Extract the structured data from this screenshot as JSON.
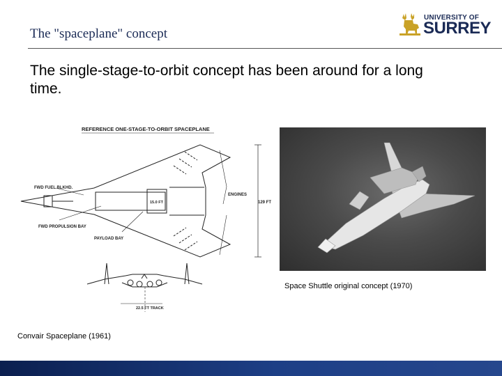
{
  "slide": {
    "title": "The \"spaceplane\" concept",
    "body": "The single-stage-to-orbit concept has been around for a long time."
  },
  "logo": {
    "line1": "UNIVERSITY OF",
    "line2": "SURREY",
    "icon": "stag-crest-icon",
    "color": "#1a2a55"
  },
  "diagram": {
    "heading": "REFERENCE ONE-STAGE-TO-ORBIT SPACEPLANE",
    "labels": {
      "fwd_fuel": "FWD FUEL BLKHD.",
      "engines": "ENGINES",
      "span": "129 FT",
      "width": "15.0 FT",
      "propulsion": "FWD PROPULSION BAY",
      "payload": "PAYLOAD BAY",
      "track": "22.5 FT TRACK"
    },
    "caption": "Convair Spaceplane (1961)"
  },
  "photo": {
    "caption": "Space Shuttle original concept (1970)"
  },
  "footer": {
    "color": "#1d3f86"
  }
}
